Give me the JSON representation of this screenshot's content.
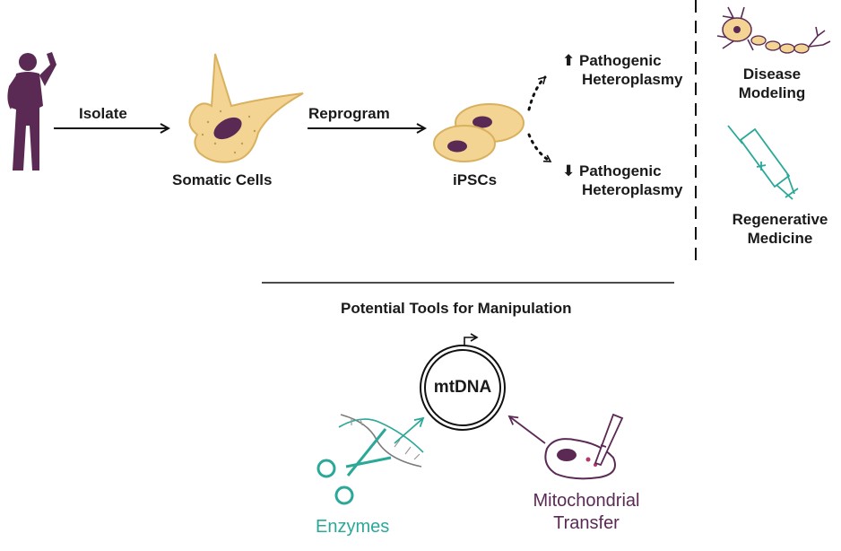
{
  "colors": {
    "purple": "#5a2a55",
    "cell_fill": "#f3d493",
    "cell_stroke": "#d9b15e",
    "nucleus": "#5a2a55",
    "teal": "#2ba898",
    "black": "#111111"
  },
  "workflow": {
    "isolate_label": "Isolate",
    "reprogram_label": "Reprogram",
    "somatic_cells_label": "Somatic Cells",
    "ipscs_label": "iPSCs",
    "increase": {
      "arrow": "⬆",
      "line1": "Pathogenic",
      "line2": "Heteroplasmy"
    },
    "decrease": {
      "arrow": "⬇",
      "line1": "Pathogenic",
      "line2": "Heteroplasmy"
    }
  },
  "applications": {
    "disease_modeling": {
      "line1": "Disease",
      "line2": "Modeling",
      "icon": "neuron-icon"
    },
    "regenerative_medicine": {
      "line1": "Regenerative",
      "line2": "Medicine",
      "icon": "syringe-icon"
    }
  },
  "tools": {
    "section_title": "Potential Tools for Manipulation",
    "center_label": "mtDNA",
    "enzymes_label": "Enzymes",
    "transfer_line1": "Mitochondrial",
    "transfer_line2": "Transfer"
  }
}
